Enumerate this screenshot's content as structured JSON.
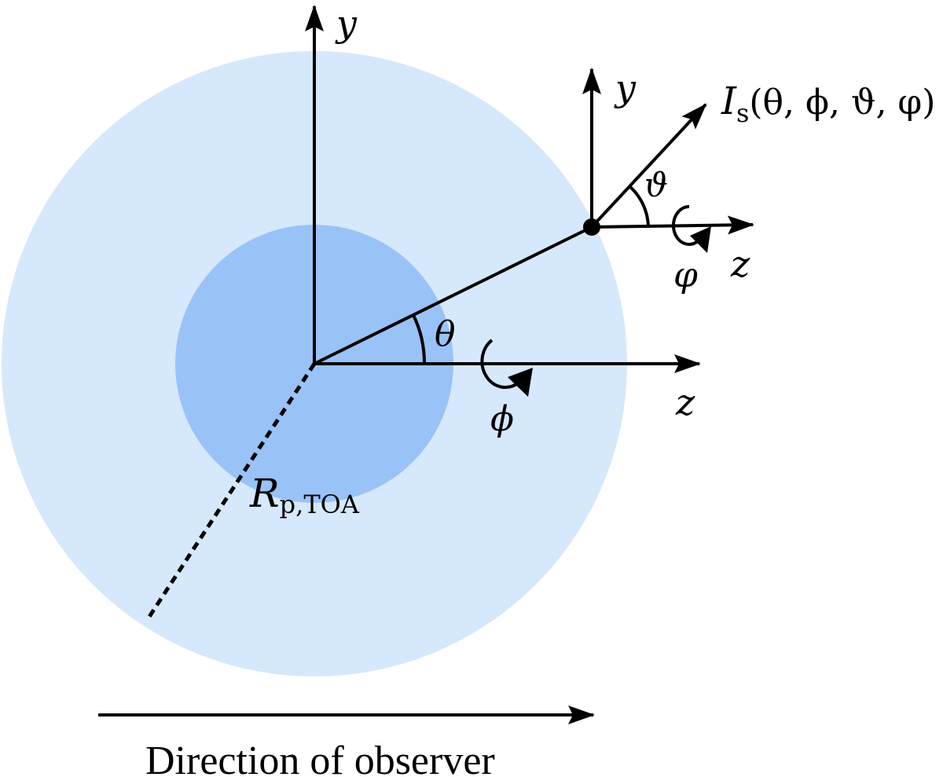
{
  "labels": {
    "y_main": "y",
    "z_main": "z",
    "y_local": "y",
    "z_local": "z",
    "theta": "θ",
    "phi": "ϕ",
    "vartheta": "ϑ",
    "varphi": "φ",
    "radius_main": "R",
    "radius_sub": "p,TOA",
    "intensity_main": "I",
    "intensity_sub": "s",
    "intensity_args": "(θ, ϕ, ϑ, φ)",
    "caption": "Direction of observer"
  },
  "colors": {
    "atmosphere": "#d6e8fb",
    "planet": "#99c3f7",
    "stroke": "#000000"
  }
}
